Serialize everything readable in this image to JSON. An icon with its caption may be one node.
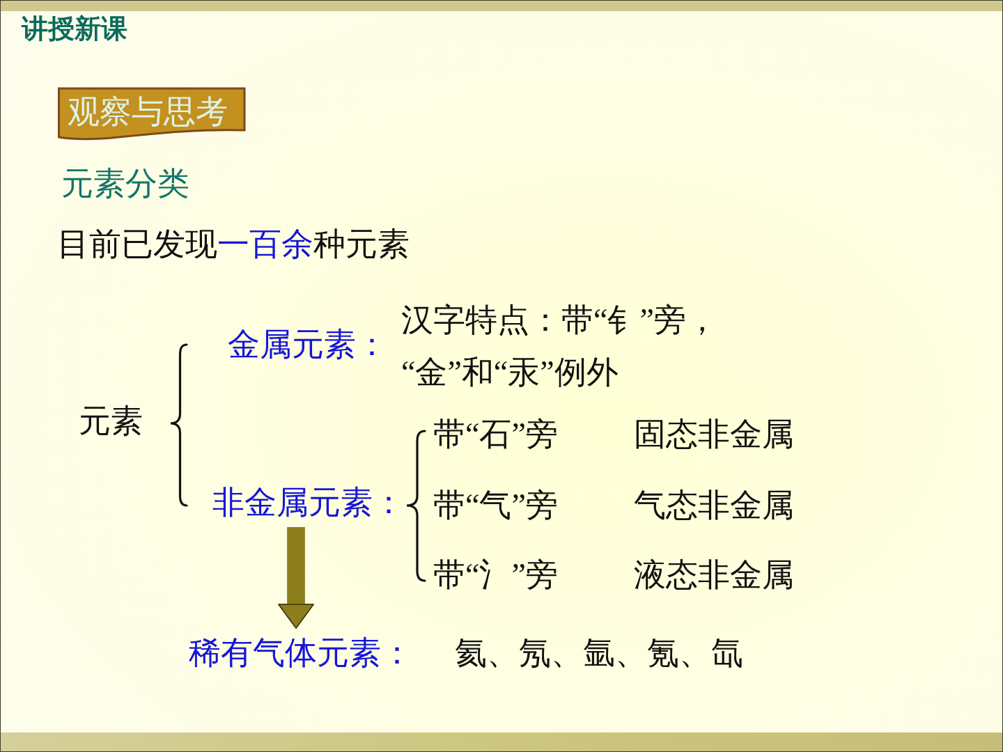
{
  "diagram": {
    "title": "讲授新课",
    "nodes": [
      {
        "text": [
          "观察与思考"
        ]
      },
      {
        "text": [
          "非金属元素："
        ]
      },
      {
        "text": [
          "稀有气体元素："
        ]
      }
    ],
    "edges": [
      {
        "from": 1,
        "to": 2,
        "arrow": "to"
      }
    ],
    "labels": [
      "元素分类",
      "目前已发现**一百余**种元素",
      "汉字特点：带“钅”旁，“金”和“汞”例外",
      "金属元素：",
      "元素",
      "带“石”旁",
      "固态非金属",
      "带“气”旁",
      "气态非金属",
      "带“氵”旁",
      "液态非金属",
      "氦、氖、氩、氪、氙"
    ]
  }
}
